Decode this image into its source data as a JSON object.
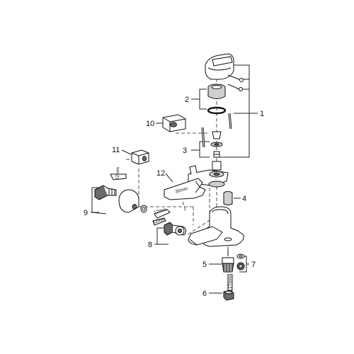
{
  "callouts": {
    "c1": "1",
    "c2": "2",
    "c3": "3",
    "c4": "4",
    "c5": "5",
    "c6": "6",
    "c7": "7",
    "c8": "8",
    "c9": "9",
    "c10": "10",
    "c11": "11",
    "c12": "12"
  },
  "dimensions": {
    "d22": "22mm",
    "d30": "30mm",
    "d12a": "12mm",
    "d12b": "12mm",
    "d17": "17mm"
  }
}
